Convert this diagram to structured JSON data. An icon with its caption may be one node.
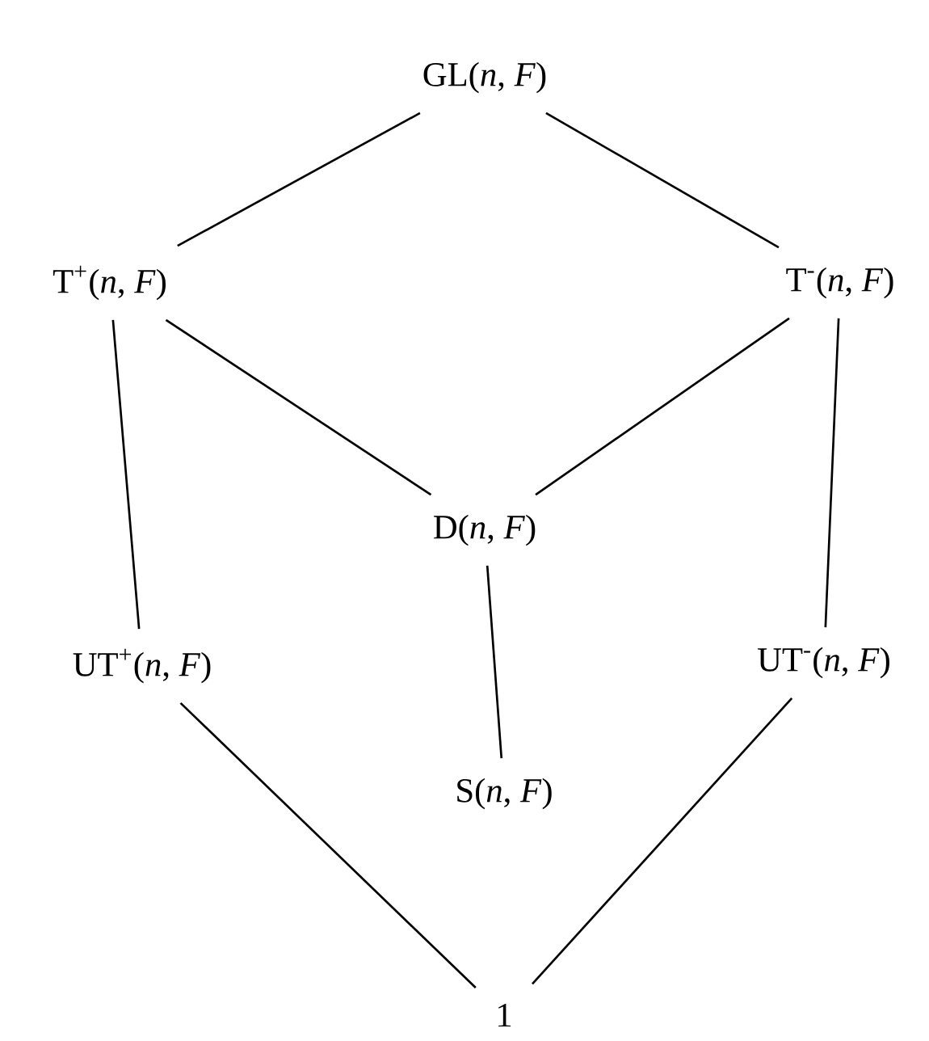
{
  "diagram": {
    "nodes": [
      {
        "text": [
          "GL(*n*, *F*)"
        ]
      },
      {
        "text": [
          "T$^{+}$(*n*, *F*)"
        ]
      },
      {
        "text": [
          "T$^{-}$(*n*, *F*)"
        ]
      },
      {
        "text": [
          "D(*n*, *F*)"
        ]
      },
      {
        "text": [
          "UT$^{+}$(*n*, *F*)"
        ]
      },
      {
        "text": [
          "UT$^{-}$(*n*, *F*)"
        ]
      },
      {
        "text": [
          "S(*n*, *F*)"
        ]
      },
      {
        "text": [
          "1"
        ]
      }
    ],
    "edges": [
      {
        "from": 0,
        "to": 1,
        "arrow": "none"
      },
      {
        "from": 0,
        "to": 2,
        "arrow": "none"
      },
      {
        "from": 1,
        "to": 3,
        "arrow": "none"
      },
      {
        "from": 2,
        "to": 3,
        "arrow": "none"
      },
      {
        "from": 1,
        "to": 4,
        "arrow": "none"
      },
      {
        "from": 2,
        "to": 5,
        "arrow": "none"
      },
      {
        "from": 3,
        "to": 6,
        "arrow": "none"
      },
      {
        "from": 4,
        "to": 7,
        "arrow": "none"
      },
      {
        "from": 5,
        "to": 7,
        "arrow": "none"
      }
    ]
  }
}
